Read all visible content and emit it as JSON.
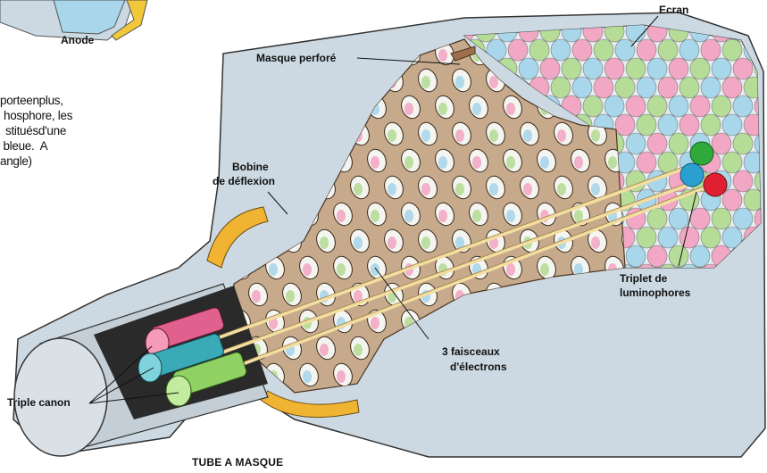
{
  "labels": {
    "anode": "Anode",
    "ecran": "Ecran",
    "masque": "Masque perforé",
    "bobine_1": "Bobine",
    "bobine_2": "de déflexion",
    "triplet_1": "Triplet de",
    "triplet_2": "luminophores",
    "faisceaux_1": "3 faisceaux",
    "faisceaux_2": "d'électrons",
    "canon": "Triple canon"
  },
  "caption": "TUBE A MASQUE",
  "paragraph_fragments": [
    "porteenplus,",
    "hosphore, les",
    "stituésd'une",
    " bleue.  A",
    "angle)"
  ],
  "colors": {
    "background": "#ffffff",
    "envelope": "#ccd9e2",
    "mask": "#c7aa8c",
    "gun_red": "#e0608e",
    "gun_cyan": "#3aaab6",
    "gun_green": "#8fd162",
    "phosphor_pink": "#f2a8c4",
    "phosphor_green": "#b6dd98",
    "phosphor_blue": "#a8d6ea",
    "coil": "#f0b432",
    "beam": "#f3deA0"
  }
}
